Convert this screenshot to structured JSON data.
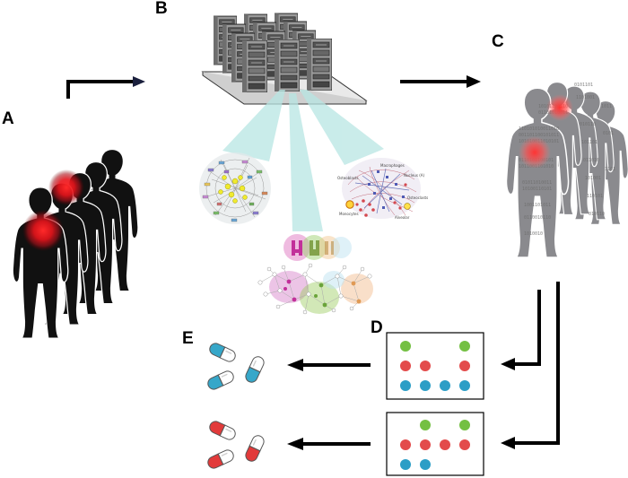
{
  "panels": {
    "a": "A",
    "b": "B",
    "c": "C",
    "d": "D",
    "e": "E"
  },
  "network_c_labels": [
    "Macrophages",
    "Osteoblasts",
    "Nucleus (A)",
    "Osteoclasts",
    "Monocytes",
    "Alveolar"
  ],
  "colors": {
    "lesion_red": "#e8141b",
    "marker_green": "#74c043",
    "marker_red": "#e34b4b",
    "marker_blue": "#2c9ec6",
    "pill_blue": "#36a7c9",
    "pill_red": "#e23a3a",
    "beam": "#b8e6e3",
    "silhouette_black": "#111111",
    "silhouette_grey": "#8a8a8e",
    "server": "#8c8c8c"
  },
  "icons": {
    "patients_a": "patient-silhouettes-icon",
    "servers": "server-rack-icon",
    "patients_c": "digital-patient-silhouettes-icon",
    "pills": "capsule-icon"
  },
  "assays": [
    {
      "rows": [
        [
          "green",
          "",
          "",
          "green"
        ],
        [
          "red",
          "red",
          "",
          "red"
        ],
        [
          "blue",
          "blue",
          "blue",
          "blue"
        ]
      ]
    },
    {
      "rows": [
        [
          "",
          "green",
          "",
          "green"
        ],
        [
          "red",
          "red",
          "red",
          "red"
        ],
        [
          "blue",
          "blue",
          "",
          ""
        ]
      ]
    }
  ],
  "drug_groups": [
    {
      "color": "blue"
    },
    {
      "color": "red"
    }
  ]
}
